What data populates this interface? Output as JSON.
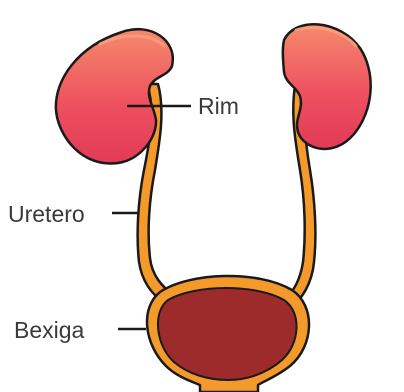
{
  "labels": {
    "kidney": "Rim",
    "ureter": "Uretero",
    "bladder": "Bexiga"
  },
  "colors": {
    "kidney_fill": "#e9405a",
    "kidney_highlight": "#f47868",
    "ureter_fill": "#f39a2b",
    "bladder_fill": "#9e2b2b",
    "outline": "#1a1a1a",
    "label_text": "#3a3a3a"
  }
}
